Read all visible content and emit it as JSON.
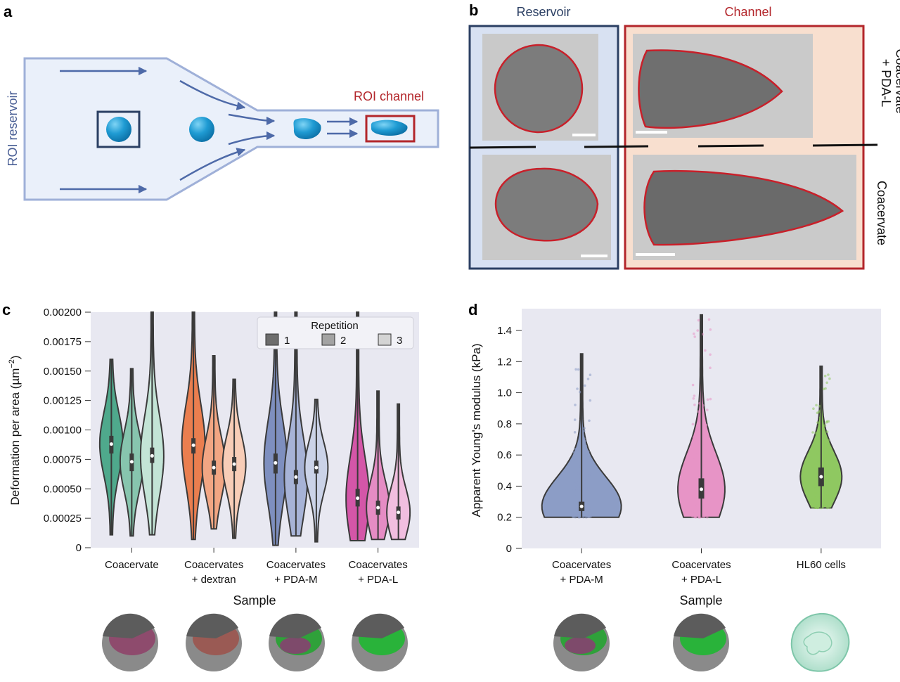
{
  "panels": {
    "a": "a",
    "b": "b",
    "c": "c",
    "d": "d"
  },
  "panel_a": {
    "roi_reservoir": "ROI reservoir",
    "roi_channel": "ROI channel"
  },
  "panel_b": {
    "col_reservoir": "Reservoir",
    "col_channel": "Channel",
    "row_top": "Coacervate + PDA-L",
    "row_top_lines": [
      "Coacervate",
      "+ PDA-L"
    ],
    "row_bottom": "Coacervate"
  },
  "colors": {
    "reservoir": "#2b3f63",
    "channel": "#b3262b",
    "plot_bg": "#e8e8f1"
  },
  "chart_data": [
    {
      "type": "violin",
      "panel": "c",
      "ylabel": "Deformation per area (µm⁻²)",
      "xlabel": "Sample",
      "ylim": [
        0,
        0.002
      ],
      "yticks": [
        "0",
        "0.00025",
        "0.00050",
        "0.00075",
        "0.00100",
        "0.00125",
        "0.00150",
        "0.00175",
        "0.00200"
      ],
      "categories": [
        "Coacervate",
        "Coacervates + dextran",
        "Coacervates + PDA-M",
        "Coacervates + PDA-L"
      ],
      "category_lines": [
        [
          "Coacervate"
        ],
        [
          "Coacervates",
          "+ dextran"
        ],
        [
          "Coacervates",
          "+ PDA-M"
        ],
        [
          "Coacervates",
          "+ PDA-L"
        ]
      ],
      "legend": {
        "title": "Repetition",
        "entries": [
          "1",
          "2",
          "3"
        ],
        "position": "top-right"
      },
      "series": [
        {
          "name": "1",
          "medians": [
            0.00088,
            0.00087,
            0.00072,
            0.00042
          ],
          "q1": [
            0.0008,
            0.0008,
            0.00063,
            0.00035
          ],
          "q3": [
            0.00095,
            0.00093,
            0.0008,
            0.0005
          ],
          "mins": [
            0.00011,
            7e-05,
            2e-05,
            6e-05
          ],
          "maxs": [
            0.0016,
            0.002,
            0.002,
            0.002
          ]
        },
        {
          "name": "2",
          "medians": [
            0.00073,
            0.00068,
            0.0006,
            0.00034
          ],
          "q1": [
            0.00065,
            0.00062,
            0.00054,
            0.00028
          ],
          "q3": [
            0.0008,
            0.00074,
            0.00066,
            0.0004
          ],
          "mins": [
            0.0001,
            0.00016,
            0.0001,
            7e-05
          ],
          "maxs": [
            0.00152,
            0.00163,
            0.002,
            0.00133
          ]
        },
        {
          "name": "3",
          "medians": [
            0.00078,
            0.00071,
            0.00068,
            0.0003
          ],
          "q1": [
            0.00072,
            0.00065,
            0.00063,
            0.00024
          ],
          "q3": [
            0.00085,
            0.00077,
            0.00074,
            0.00035
          ],
          "mins": [
            0.00011,
            8e-05,
            5e-05,
            7e-05
          ],
          "maxs": [
            0.002,
            0.00143,
            0.00126,
            0.00122
          ]
        }
      ],
      "colors": [
        [
          "#4fa98c",
          "#87c5ae",
          "#c3e4d6"
        ],
        [
          "#ea7e4f",
          "#f2a683",
          "#f8cdb7"
        ],
        [
          "#7e8fbf",
          "#a7b3d6",
          "#cbd3e8"
        ],
        [
          "#d456a8",
          "#e58cc4",
          "#f1bedf"
        ]
      ]
    },
    {
      "type": "violin",
      "panel": "d",
      "ylabel": "Apparent Young's modulus (kPa)",
      "xlabel": "Sample",
      "ylim": [
        0,
        1.5
      ],
      "yticks": [
        "0",
        "0.2",
        "0.4",
        "0.6",
        "0.8",
        "1.0",
        "1.2",
        "1.4"
      ],
      "categories": [
        "Coacervates + PDA-M",
        "Coacervates + PDA-L",
        "HL60 cells"
      ],
      "category_lines": [
        [
          "Coacervates",
          "+ PDA-M"
        ],
        [
          "Coacervates",
          "+ PDA-L"
        ],
        [
          "HL60 cells"
        ]
      ],
      "medians": [
        0.27,
        0.38,
        0.46
      ],
      "q1": [
        0.24,
        0.32,
        0.4
      ],
      "q3": [
        0.3,
        0.45,
        0.52
      ],
      "mins": [
        0.2,
        0.2,
        0.26
      ],
      "maxs": [
        1.25,
        1.5,
        1.17
      ],
      "colors": [
        "#8c9dc6",
        "#e794c6",
        "#8fc861"
      ]
    }
  ]
}
